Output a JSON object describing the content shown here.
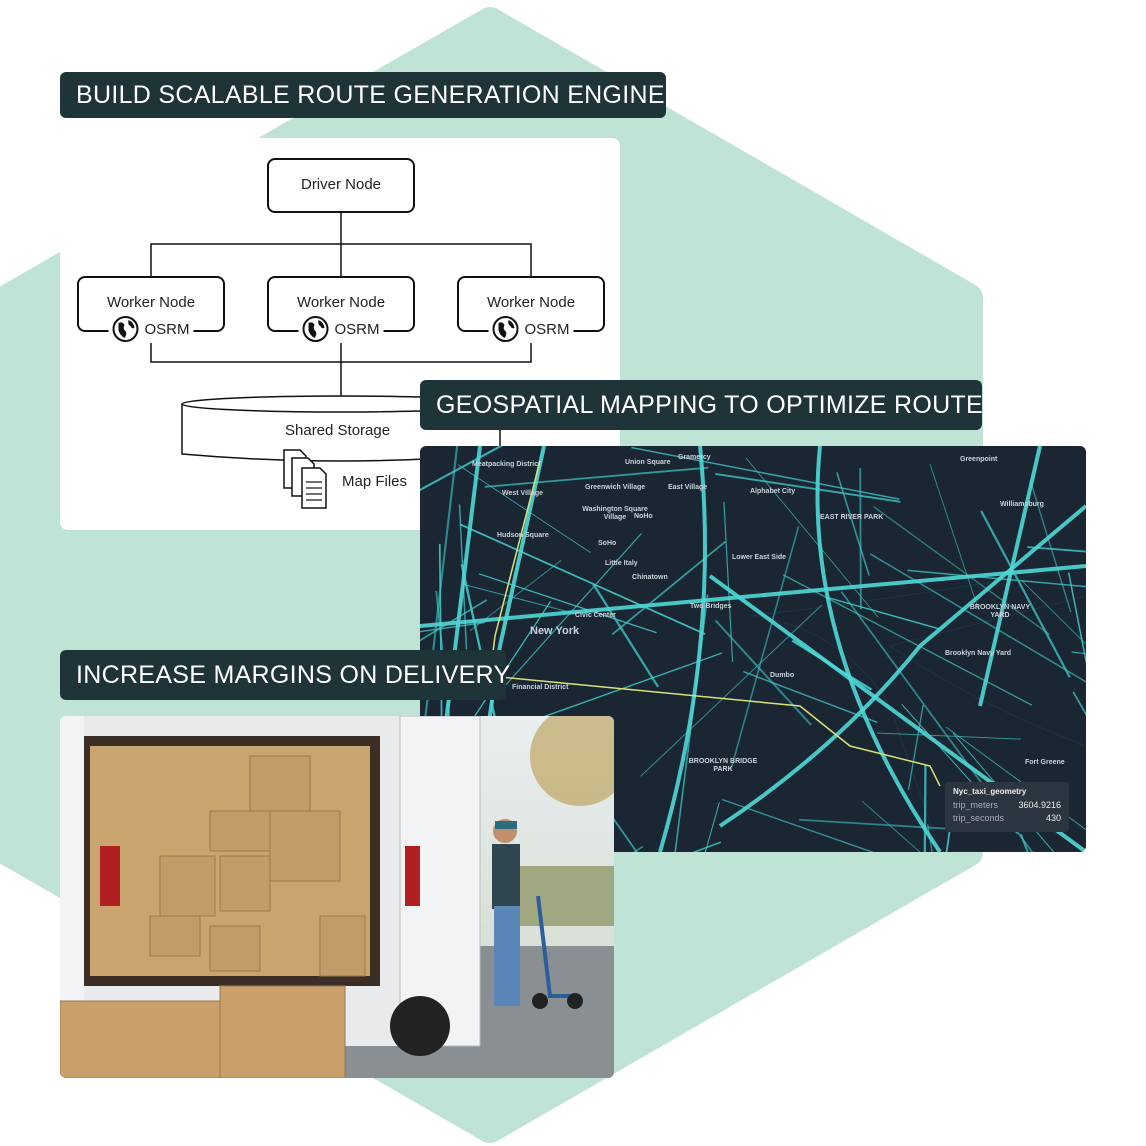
{
  "colors": {
    "hexagon": "#bfe4d6",
    "label_bg": "#1f3438",
    "map_bg": "#1a2733",
    "road": "#3fc6c6",
    "route": "#d9e27a"
  },
  "labels": {
    "engine": "BUILD SCALABLE ROUTE GENERATION ENGINE",
    "geo": "GEOSPATIAL MAPPING TO OPTIMIZE ROUTE",
    "margins": "INCREASE MARGINS ON DELIVERY"
  },
  "diagram": {
    "driver": "Driver Node",
    "workers": [
      {
        "label": "Worker Node",
        "service": "OSRM"
      },
      {
        "label": "Worker Node",
        "service": "OSRM"
      },
      {
        "label": "Worker Node",
        "service": "OSRM"
      }
    ],
    "storage": "Shared Storage",
    "files": "Map Files"
  },
  "map": {
    "places": [
      "Meatpacking District",
      "Union Square",
      "Gramercy",
      "Greenpoint",
      "West Village",
      "Greenwich Village",
      "East Village",
      "Alphabet City",
      "Williamsburg",
      "Washington Square Village",
      "NoHo",
      "EAST RIVER PARK",
      "Hudson Square",
      "SoHo",
      "Lower East Side",
      "Little Italy",
      "Chinatown",
      "Two Bridges",
      "BROOKLYN NAVY YARD",
      "Civic Center",
      "New York",
      "Brooklyn Navy Yard",
      "Dumbo",
      "Financial District",
      "BROOKLYN BRIDGE PARK",
      "Fort Greene"
    ],
    "tooltip": {
      "title": "Nyc_taxi_geometry",
      "rows": [
        {
          "key": "trip_meters",
          "value": "3604.9216"
        },
        {
          "key": "trip_seconds",
          "value": "430"
        }
      ]
    }
  }
}
